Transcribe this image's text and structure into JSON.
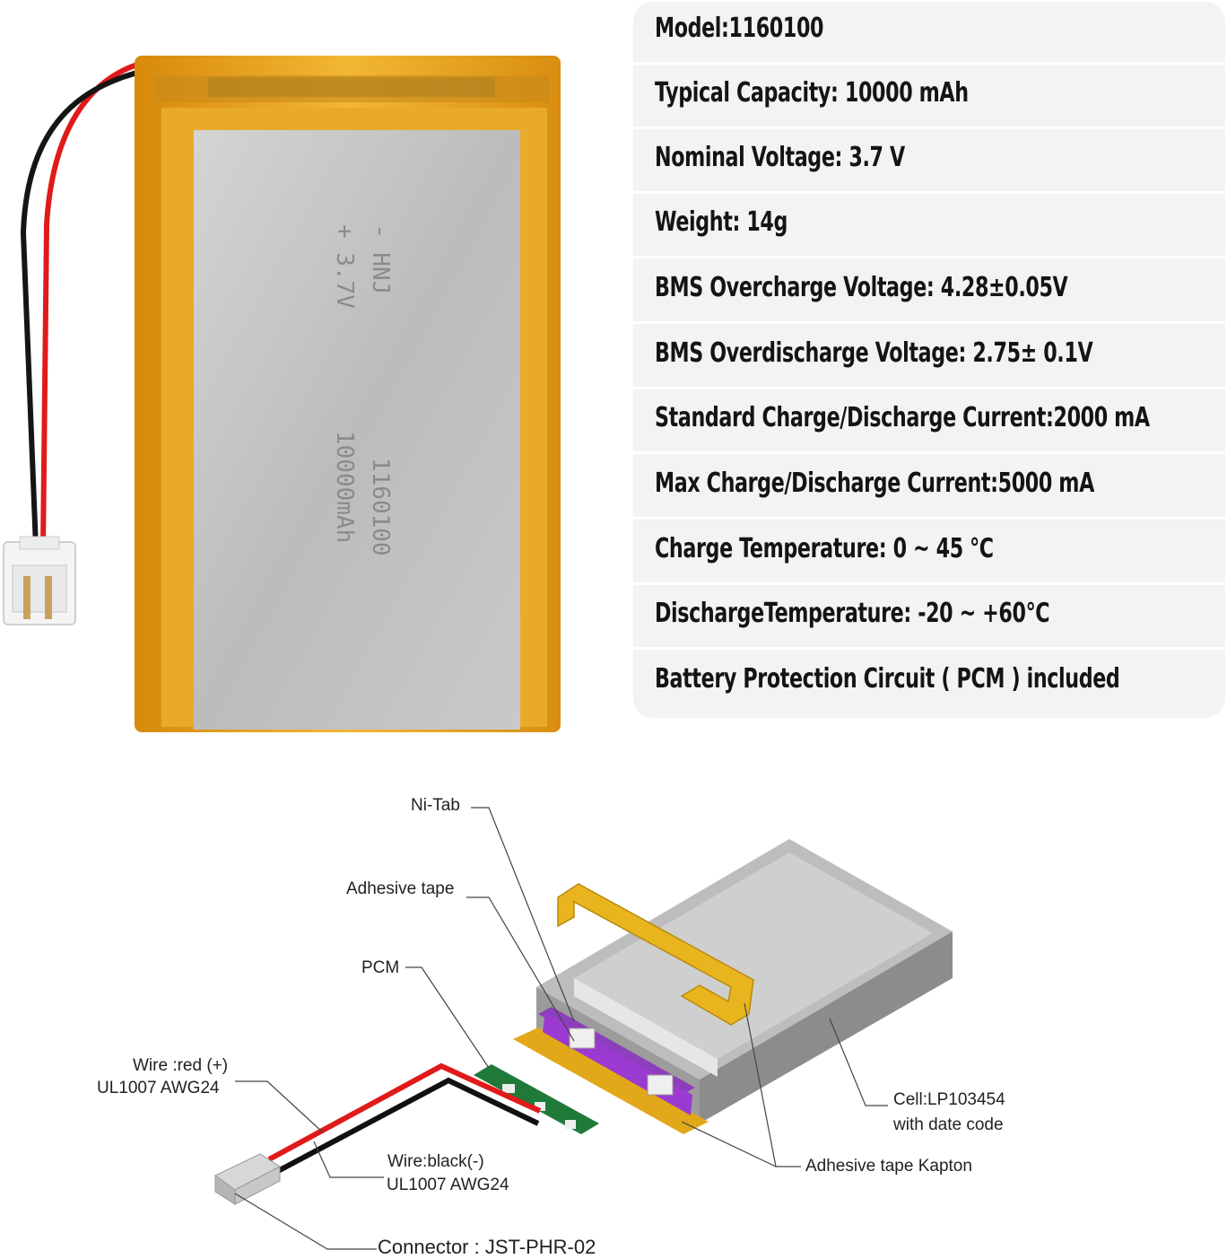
{
  "specs": [
    "Model:1160100",
    "Typical Capacity: 10000 mAh",
    "Nominal Voltage: 3.7 V",
    "Weight: 14g",
    "BMS Overcharge Voltage: 4.28±0.05V",
    "BMS Overdischarge Voltage: 2.75± 0.1V",
    "Standard Charge/Discharge Current:2000 mA",
    "Max Charge/Discharge Current:5000 mA",
    "Charge Temperature: 0 ~ 45 ℃",
    "DischargeTemperature: -20 ~ +60℃",
    "Battery Protection Circuit ( PCM ) included"
  ],
  "battery_label": {
    "line1": "- HNJ",
    "line2": "+ 3.7V",
    "line3": "1160100",
    "line4": "10000mAh"
  },
  "diagram_labels": {
    "ni_tab": "Ni-Tab",
    "adhesive_tape": "Adhesive tape",
    "pcm": "PCM",
    "wire_red_1": "Wire :red (+)",
    "wire_red_2": "UL1007 AWG24",
    "wire_black_1": "Wire:black(-)",
    "wire_black_2": "UL1007 AWG24",
    "connector": "Connector : JST-PHR-02",
    "cell_1": "Cell:LP103454",
    "cell_2": "with date code",
    "kapton": "Adhesive tape Kapton"
  },
  "colors": {
    "wrap_yellow": "#e8a317",
    "cell_silver": "#c4c4c4",
    "red_wire": "#e01a1a",
    "black_wire": "#111111",
    "pcm_green": "#1f7a3a",
    "kapton_purple": "#8a2fc0",
    "panel_bg": "#f3f3f3"
  }
}
